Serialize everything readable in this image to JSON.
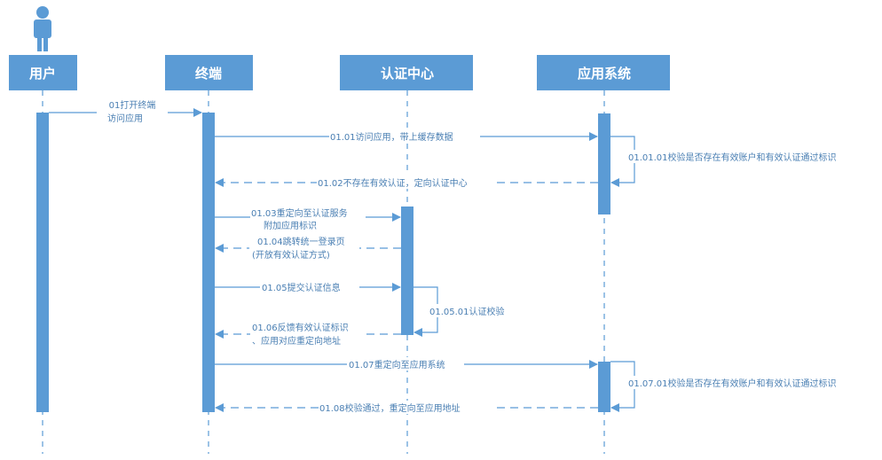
{
  "colors": {
    "accent": "#5b9bd5",
    "line": "#5b9bd5",
    "text": "#4a7fb3"
  },
  "actor_icon": "user-icon",
  "participants": [
    {
      "id": "user",
      "label": "用户"
    },
    {
      "id": "terminal",
      "label": "终端"
    },
    {
      "id": "auth",
      "label": "认证中心"
    },
    {
      "id": "app",
      "label": "应用系统"
    }
  ],
  "messages": [
    {
      "id": "m01",
      "from": "user",
      "to": "terminal",
      "type": "solid",
      "lines": [
        "01打开终端",
        "访问应用"
      ]
    },
    {
      "id": "m0101",
      "from": "terminal",
      "to": "app",
      "type": "solid",
      "lines": [
        "01.01访问应用，带上缓存数据"
      ]
    },
    {
      "id": "m010101",
      "from": "app",
      "to": "app",
      "type": "self",
      "lines": [
        "01.01.01校验是否存在有效账户和有效认证通过标识"
      ]
    },
    {
      "id": "m0102",
      "from": "app",
      "to": "terminal",
      "type": "dashed",
      "lines": [
        "01.02不存在有效认证，定向认证中心"
      ]
    },
    {
      "id": "m0103",
      "from": "terminal",
      "to": "auth",
      "type": "solid",
      "lines": [
        "01.03重定向至认证服务",
        "附加应用标识"
      ]
    },
    {
      "id": "m0104",
      "from": "auth",
      "to": "terminal",
      "type": "dashed",
      "lines": [
        "01.04跳转统一登录页",
        "(开放有效认证方式)"
      ]
    },
    {
      "id": "m0105",
      "from": "terminal",
      "to": "auth",
      "type": "solid",
      "lines": [
        "01.05提交认证信息"
      ]
    },
    {
      "id": "m010501",
      "from": "auth",
      "to": "auth",
      "type": "self",
      "lines": [
        "01.05.01认证校验"
      ]
    },
    {
      "id": "m0106",
      "from": "auth",
      "to": "terminal",
      "type": "dashed",
      "lines": [
        "01.06反馈有效认证标识",
        "、应用对应重定向地址"
      ]
    },
    {
      "id": "m0107",
      "from": "terminal",
      "to": "app",
      "type": "solid",
      "lines": [
        "01.07重定向至应用系统"
      ]
    },
    {
      "id": "m010701",
      "from": "app",
      "to": "app",
      "type": "self",
      "lines": [
        "01.07.01校验是否存在有效账户和有效认证通过标识"
      ]
    },
    {
      "id": "m0108",
      "from": "app",
      "to": "terminal",
      "type": "dashed",
      "lines": [
        "01.08校验通过，重定向至应用地址"
      ]
    }
  ]
}
